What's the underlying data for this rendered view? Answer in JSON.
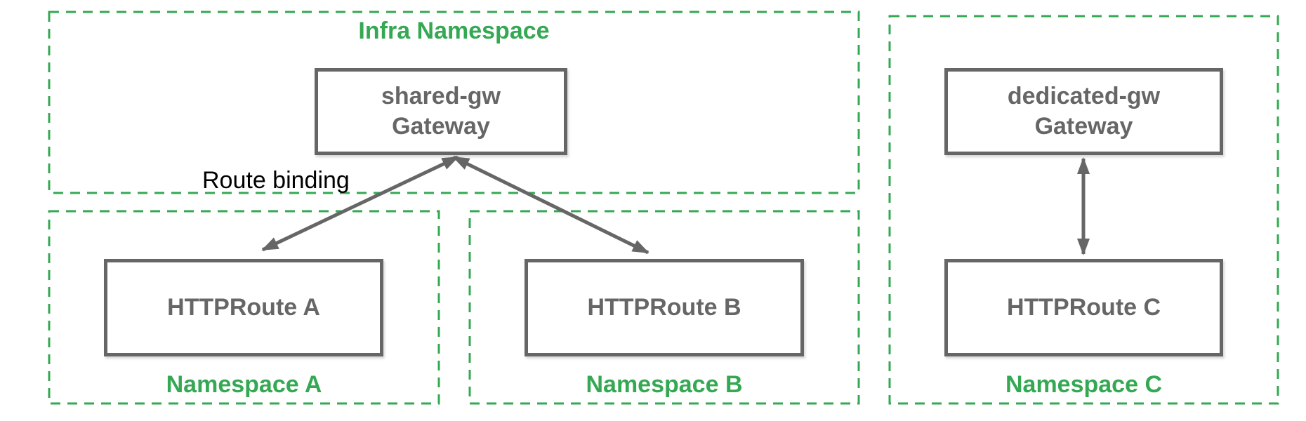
{
  "colors": {
    "namespace_green": "#34a853",
    "node_gray": "#666666",
    "annotation_black": "#000000",
    "background": "#ffffff"
  },
  "infra_namespace": {
    "label": "Infra Namespace",
    "gateway": {
      "name": "shared-gw",
      "type": "Gateway"
    }
  },
  "namespace_a": {
    "label": "Namespace A",
    "route": "HTTPRoute A"
  },
  "namespace_b": {
    "label": "Namespace B",
    "route": "HTTPRoute B"
  },
  "namespace_c": {
    "label": "Namespace C",
    "gateway": {
      "name": "dedicated-gw",
      "type": "Gateway"
    },
    "route": "HTTPRoute C"
  },
  "annotations": {
    "route_binding": "Route binding"
  }
}
